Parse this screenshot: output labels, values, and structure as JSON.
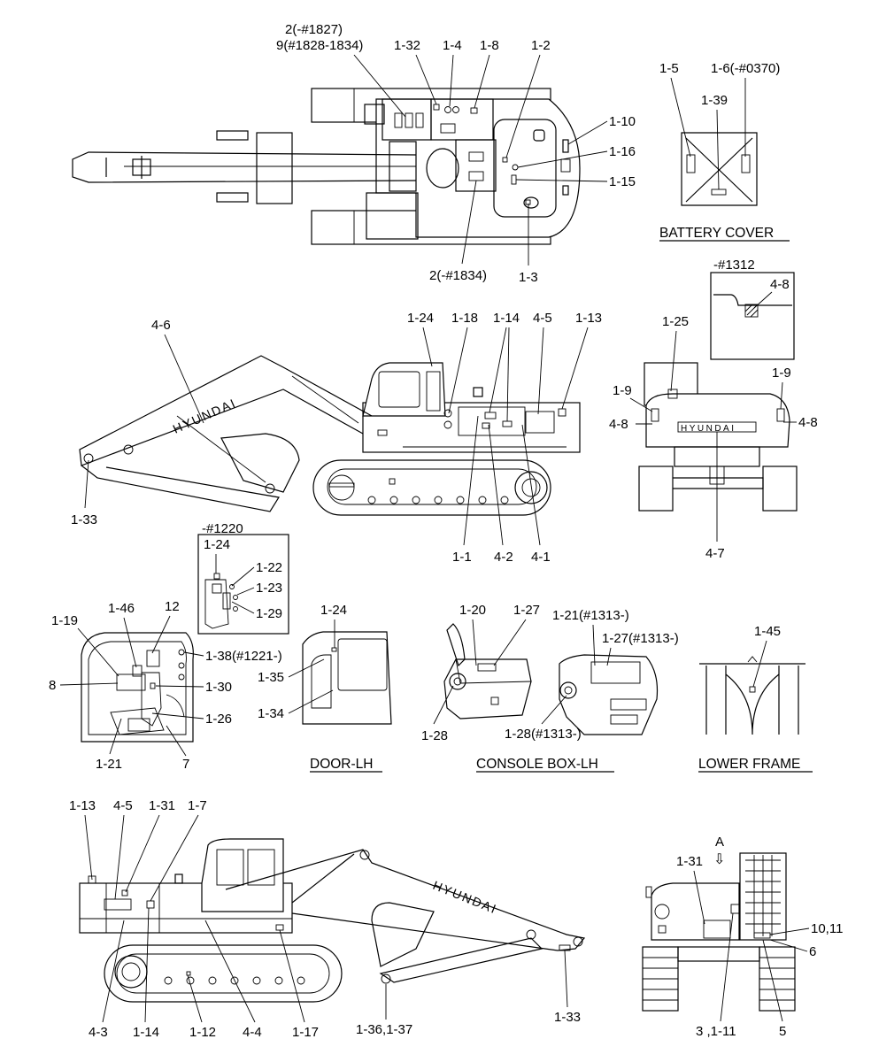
{
  "captions": {
    "battery_cover": "BATTERY COVER",
    "door_lh": "DOOR-LH",
    "console_box_lh": "CONSOLE BOX-LH",
    "lower_frame": "LOWER FRAME"
  },
  "brand": "HYUNDAI",
  "top_view_labels": {
    "l_2_1827": "2(-#1827)",
    "l_9_1828": "9(#1828-1834)",
    "l_1_32": "1-32",
    "l_1_4": "1-4",
    "l_1_8": "1-8",
    "l_1_2": "1-2",
    "l_1_10": "1-10",
    "l_1_16": "1-16",
    "l_1_15": "1-15",
    "l_2_1834": "2(-#1834)",
    "l_1_3": "1-3"
  },
  "battery_labels": {
    "l_1_5": "1-5",
    "l_1_6": "1-6(-#0370)",
    "l_1_39": "1-39"
  },
  "side_lh_labels": {
    "l_4_6": "4-6",
    "l_1_24": "1-24",
    "l_1_18": "1-18",
    "l_1_14": "1-14",
    "l_4_5": "4-5",
    "l_1_13": "1-13",
    "l_1_33": "1-33",
    "l_1_1": "1-1",
    "l_4_2": "4-2",
    "l_4_1": "4-1"
  },
  "rear_labels": {
    "l_1312": "-#1312",
    "l_4_8a": "4-8",
    "l_1_25": "1-25",
    "l_1_9a": "1-9",
    "l_1_9b": "1-9",
    "l_4_8b": "4-8",
    "l_4_8c": "4-8",
    "l_4_7": "4-7"
  },
  "cab_labels": {
    "l_1220": "-#1220",
    "l_1_24": "1-24",
    "l_1_22": "1-22",
    "l_1_23": "1-23",
    "l_1_29": "1-29",
    "l_1_19": "1-19",
    "l_1_46": "1-46",
    "l_12": "12",
    "l_1_38": "1-38(#1221-)",
    "l_8": "8",
    "l_1_30": "1-30",
    "l_1_26": "1-26",
    "l_1_21": "1-21",
    "l_7": "7"
  },
  "door_labels": {
    "l_1_24": "1-24",
    "l_1_35": "1-35",
    "l_1_34": "1-34"
  },
  "console_labels": {
    "l_1_20": "1-20",
    "l_1_27": "1-27",
    "l_1_21_1313": "1-21(#1313-)",
    "l_1_27_1313": "1-27(#1313-)",
    "l_1_28": "1-28",
    "l_1_28_1313": "1-28(#1313-)"
  },
  "lower_frame_labels": {
    "l_1_45": "1-45"
  },
  "side_rh_labels": {
    "l_1_13": "1-13",
    "l_4_5": "4-5",
    "l_1_31": "1-31",
    "l_1_7": "1-7",
    "l_4_3": "4-3",
    "l_1_14": "1-14",
    "l_1_12": "1-12",
    "l_4_4": "4-4",
    "l_1_17": "1-17",
    "l_1_36_37": "1-36,1-37",
    "l_1_33": "1-33"
  },
  "front_labels": {
    "l_a": "A",
    "l_1_31": "1-31",
    "l_10_11": "10,11",
    "l_6": "6",
    "l_3_1_11": "3 ,1-11",
    "l_5": "5"
  },
  "icons": {
    "arrow": "down-arrow-icon",
    "hatched_decal": "hatched-decal-icon"
  },
  "colors": {
    "line": "#000000",
    "background": "#ffffff"
  }
}
